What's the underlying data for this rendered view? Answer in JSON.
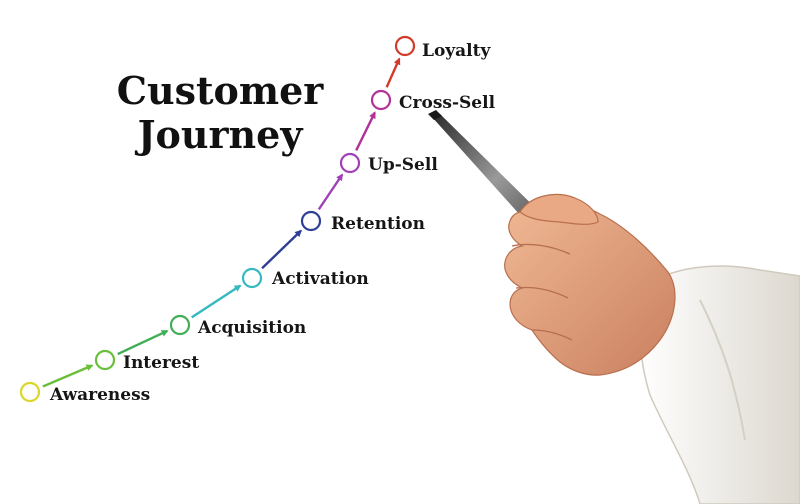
{
  "title": {
    "line1": "Customer",
    "line2": "Journey"
  },
  "stages": [
    {
      "label": "Awareness",
      "color": "#d9d62c"
    },
    {
      "label": "Interest",
      "color": "#6abf3a"
    },
    {
      "label": "Acquisition",
      "color": "#3fae55"
    },
    {
      "label": "Activation",
      "color": "#35b9c0"
    },
    {
      "label": "Retention",
      "color": "#2f3f96"
    },
    {
      "label": "Up-Sell",
      "color": "#a040b8"
    },
    {
      "label": "Cross-Sell",
      "color": "#b2329a"
    },
    {
      "label": "Loyalty",
      "color": "#d23a2a"
    }
  ],
  "illustration": {
    "subject": "hand-holding-pen",
    "skin_color": "#e3a07c",
    "sleeve_color": "#f1efe9",
    "pen_color": "#555555"
  }
}
